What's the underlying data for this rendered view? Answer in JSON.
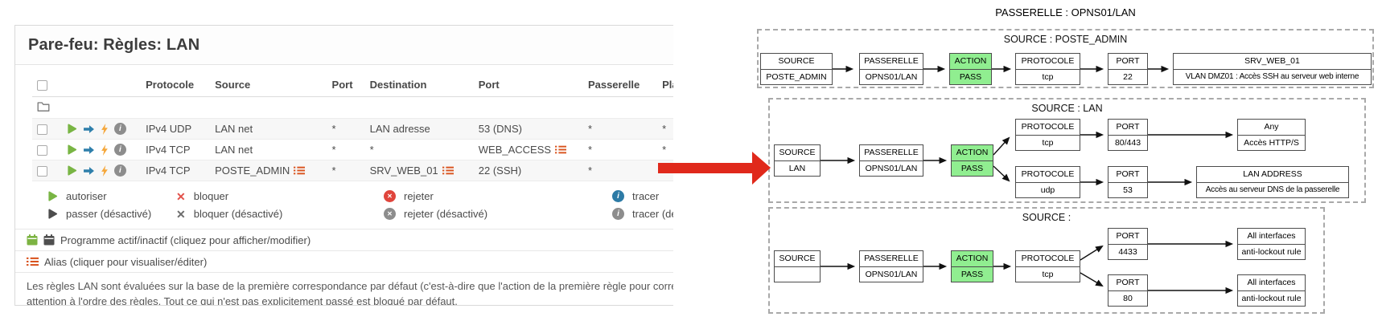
{
  "firewall": {
    "title": "Pare-feu: Règles: LAN",
    "table": {
      "col_protocol": "Protocole",
      "col_source": "Source",
      "col_port": "Port",
      "col_destination": "Destination",
      "col_port2": "Port",
      "col_gateway": "Passerelle",
      "col_schedule": "Plan",
      "rules": [
        {
          "protocol": "IPv4 UDP",
          "source": "LAN net",
          "port": "*",
          "destination": "LAN adresse",
          "dest_port": "53 (DNS)",
          "gateway": "*",
          "schedule": "*",
          "icons": [
            "pass-icon",
            "direction-in-icon",
            "quick-icon",
            "log-icon"
          ]
        },
        {
          "protocol": "IPv4 TCP",
          "source": "LAN net",
          "port": "*",
          "destination": "*",
          "dest_port": "WEB_ACCESS",
          "dest_port_alias": true,
          "gateway": "*",
          "schedule": "*",
          "icons": [
            "pass-icon",
            "direction-in-icon",
            "quick-icon",
            "log-icon"
          ]
        },
        {
          "protocol": "IPv4 TCP",
          "source": "POSTE_ADMIN",
          "source_alias": true,
          "port": "*",
          "destination": "SRV_WEB_01",
          "destination_alias": true,
          "dest_port": "22 (SSH)",
          "gateway": "*",
          "schedule": "*",
          "icons": [
            "pass-icon",
            "direction-in-icon",
            "quick-icon",
            "log-icon"
          ]
        }
      ]
    },
    "legend": {
      "row1": [
        {
          "icon": "play-green-icon",
          "label": "autoriser"
        },
        {
          "icon": "x-red-icon",
          "label": "bloquer"
        },
        {
          "icon": "circle-x-red-icon",
          "label": "rejeter"
        },
        {
          "icon": "circle-info-blue-icon",
          "label": "tracer"
        }
      ],
      "row2": [
        {
          "icon": "play-gray-icon",
          "label": "passer (désactivé)"
        },
        {
          "icon": "x-gray-icon",
          "label": "bloquer (désactivé)"
        },
        {
          "icon": "circle-x-gray-icon",
          "label": "rejeter (désactivé)"
        },
        {
          "icon": "circle-info-gray-icon",
          "label": "tracer (désactivé)"
        }
      ]
    },
    "schedule_row": "Programme actif/inactif (cliquez pour afficher/modifier)",
    "alias_row": "Alias (cliquer pour visualiser/éditer)",
    "note_line1": "Les règles LAN sont évaluées sur la base de la première correspondance par défaut (c'est-à-dire que l'action de la première règle pour correspondre au",
    "note_line2": "attention à l'ordre des règles. Tout ce qui n'est pas explicitement passé est bloqué par défaut."
  },
  "diagram": {
    "title": "PASSERELLE : OPNS01/LAN",
    "node_headers": {
      "source": "SOURCE",
      "gateway": "PASSERELLE",
      "action": "ACTION",
      "protocol": "PROTOCOLE",
      "port": "PORT"
    },
    "colors": {
      "action_bg": "#90ee90",
      "annotation_arrow": "#e0291b"
    },
    "groups": [
      {
        "label": "SOURCE : POSTE_ADMIN",
        "source": "POSTE_ADMIN",
        "gateway": "OPNS01/LAN",
        "action": "PASS",
        "branches": [
          {
            "protocol": "tcp",
            "port": "22",
            "target_title": "SRV_WEB_01",
            "target_desc": "VLAN DMZ01 : Accès SSH au serveur web interne"
          }
        ]
      },
      {
        "label": "SOURCE : LAN",
        "source": "LAN",
        "gateway": "OPNS01/LAN",
        "action": "PASS",
        "branches": [
          {
            "protocol": "tcp",
            "port": "80/443",
            "target_title": "Any",
            "target_desc": "Accès HTTP/S"
          },
          {
            "protocol": "udp",
            "port": "53",
            "target_title": "LAN ADDRESS",
            "target_desc": "Accès au serveur DNS de la passerelle"
          }
        ]
      },
      {
        "label": "SOURCE :",
        "source": "",
        "gateway": "OPNS01/LAN",
        "action": "PASS",
        "protocol": "tcp",
        "branches": [
          {
            "port": "4433",
            "target_title": "All interfaces",
            "target_desc": "anti-lockout rule"
          },
          {
            "port": "80",
            "target_title": "All interfaces",
            "target_desc": "anti-lockout rule"
          }
        ]
      }
    ]
  }
}
